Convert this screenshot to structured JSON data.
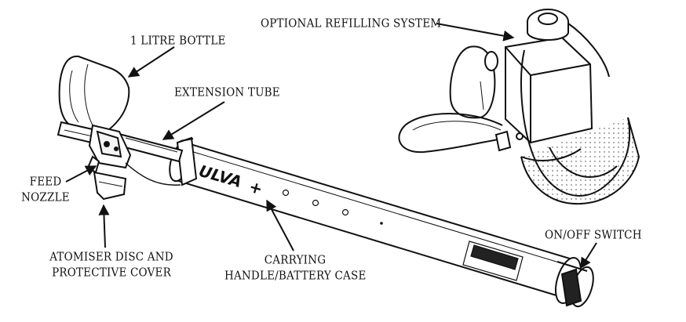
{
  "labels": {
    "optional_refilling_system": "OPTIONAL REFILLING SYSTEM",
    "litre_bottle": "1 LITRE BOTTLE",
    "extension_tube": "EXTENSION TUBE",
    "feed_nozzle": [
      "FEED",
      "NOZZLE"
    ],
    "atomiser_disc": [
      "ATOMISER DISC AND",
      "PROTECTIVE COVER"
    ],
    "carrying_handle": [
      "CARRYING",
      "HANDLE/BATTERY CASE"
    ],
    "on_off_switch": "ON/OFF SWITCH"
  },
  "brand": {
    "main": "ULVA",
    "plus": "+"
  },
  "colors": {
    "ink": "#111111",
    "paper": "#ffffff"
  }
}
